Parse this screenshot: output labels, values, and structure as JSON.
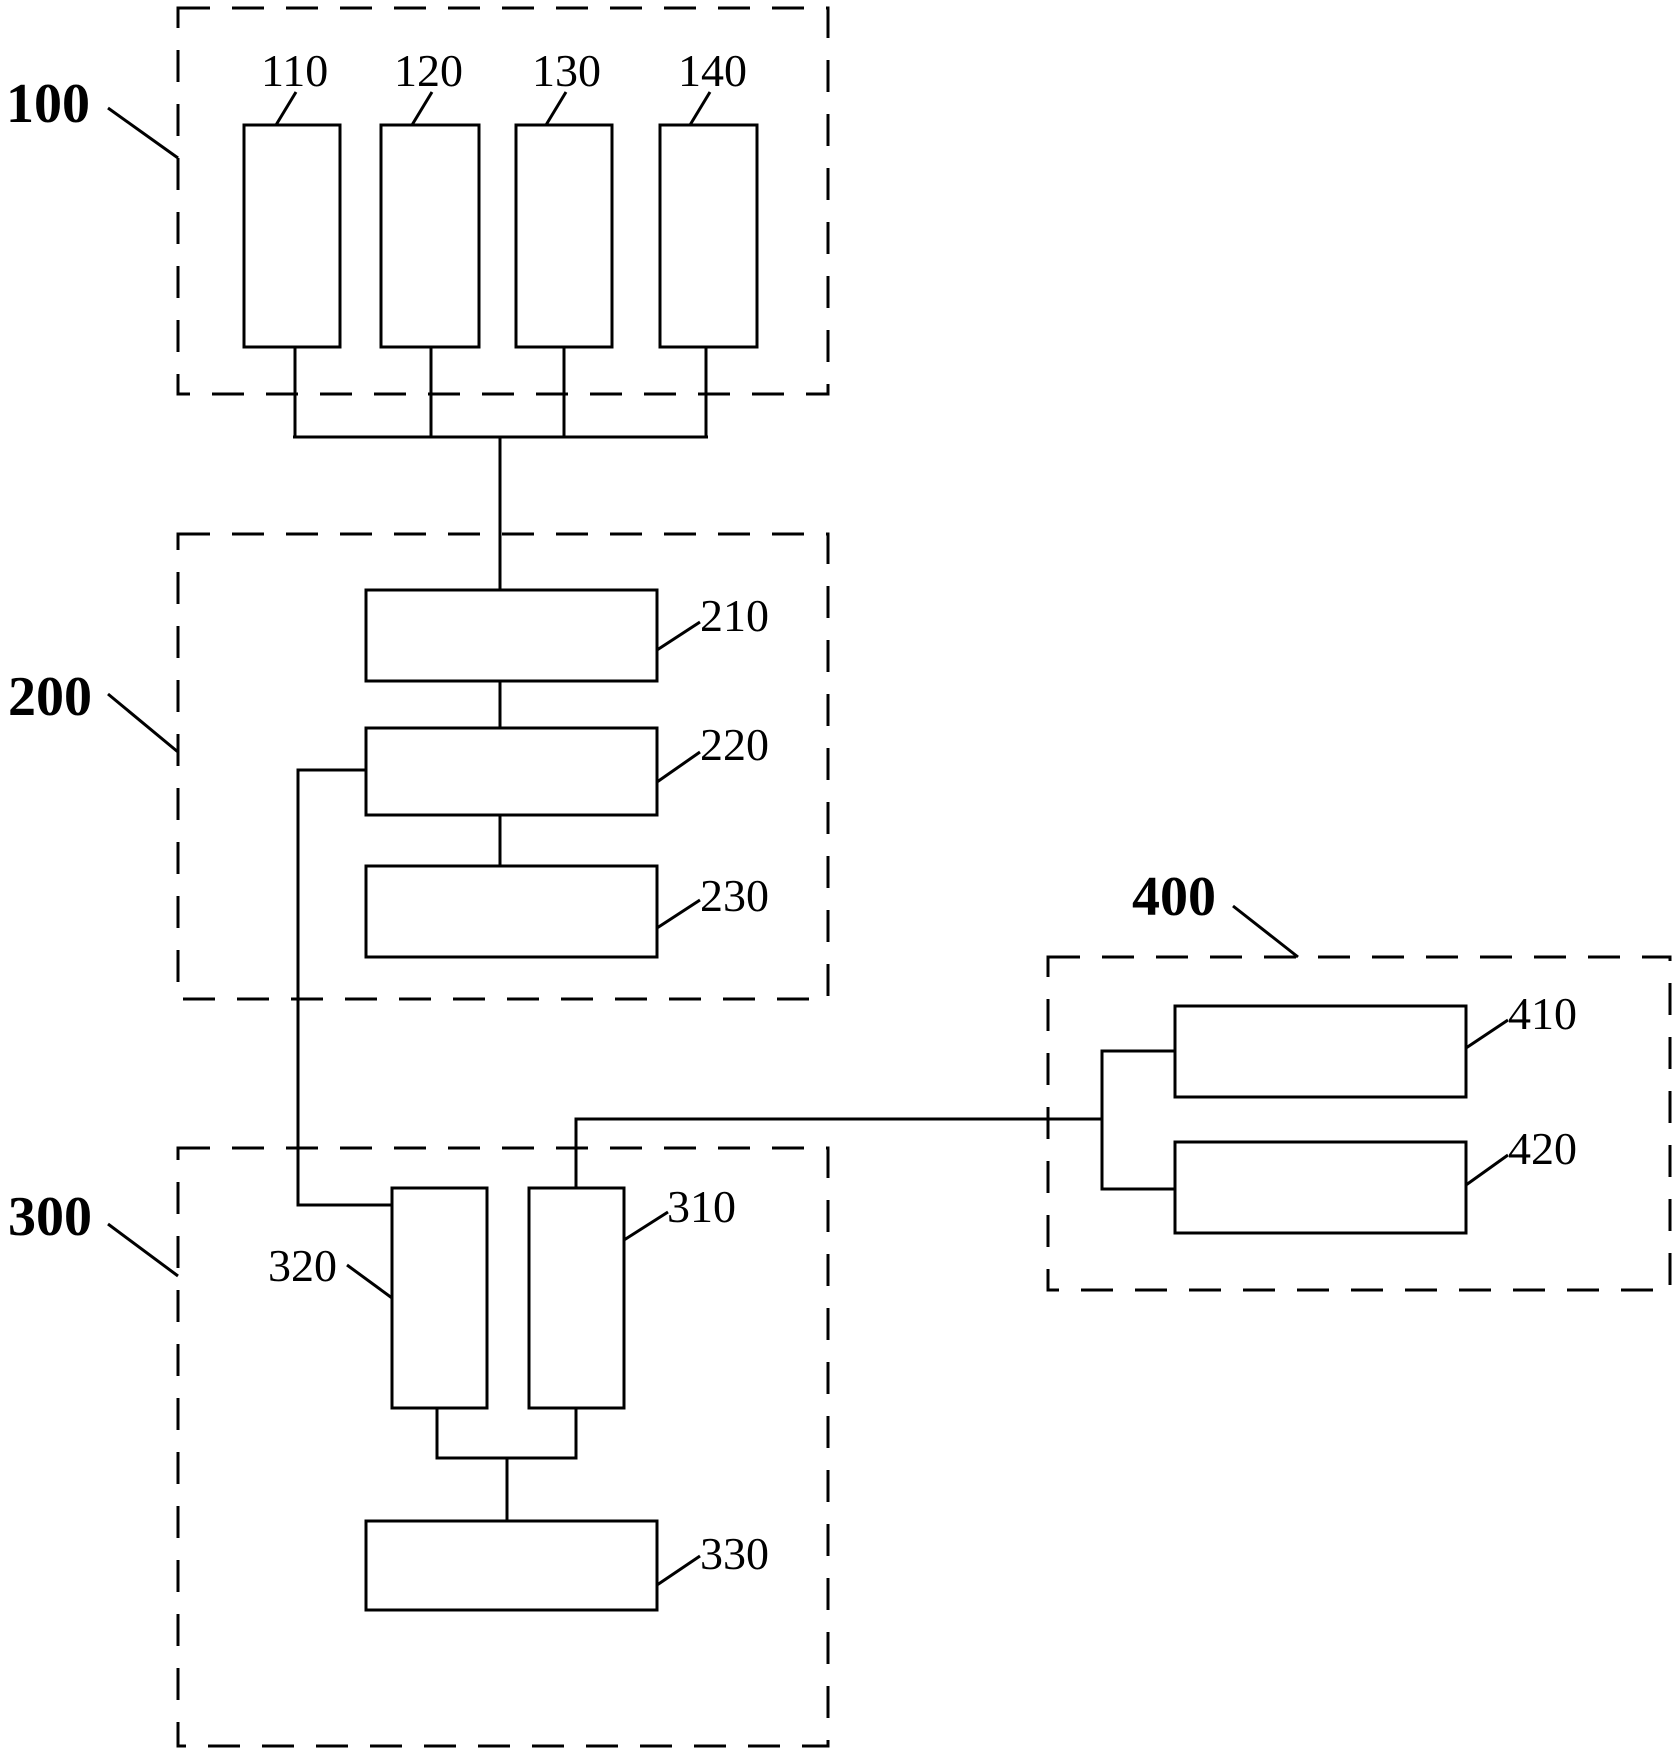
{
  "groups": {
    "g100": "100",
    "g200": "200",
    "g300": "300",
    "g400": "400"
  },
  "components": {
    "c110": "110",
    "c120": "120",
    "c130": "130",
    "c140": "140",
    "c210": "210",
    "c220": "220",
    "c230": "230",
    "c310": "310",
    "c320": "320",
    "c330": "330",
    "c410": "410",
    "c420": "420"
  }
}
